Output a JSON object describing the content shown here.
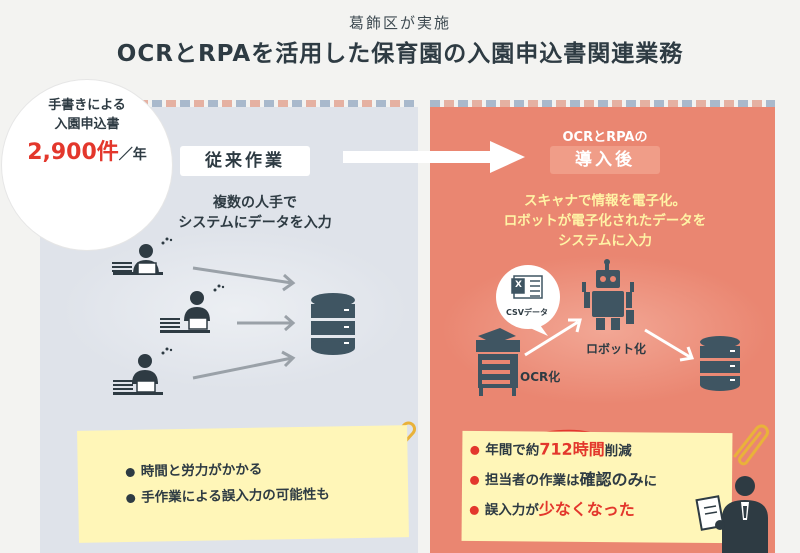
{
  "header": {
    "organizer": "葛飾区が実施",
    "title": "OCRとRPAを活用した保育園の入園申込書関連業務"
  },
  "badge": {
    "line1": "手書きによる",
    "line2": "入園申込書",
    "count": "2,900件",
    "per": "／年"
  },
  "left": {
    "heading": "従来作業",
    "desc_line1": "複数の人手で",
    "desc_line2": "システムにデータを入力",
    "notes": [
      "時間と労力がかかる",
      "手作業による誤入力の可能性も"
    ]
  },
  "right": {
    "heading_top": "OCRとRPAの",
    "heading": "導入後",
    "desc_lines": [
      "スキャナで情報を電子化。",
      "ロボットが電子化されたデータを",
      "システムに入力"
    ],
    "csv_label": "CSVデータ",
    "ocr_label": "OCR化",
    "robot_label": "ロボット化",
    "notes": {
      "n1_pre": "年間で約",
      "n1_num": "712時間",
      "n1_post": "削減",
      "n2_pre": "担当者の作業は",
      "n2_em": "確認のみ",
      "n2_post": "に",
      "n3_pre": "誤入力が",
      "n3_em": "少なくなった"
    }
  },
  "colors": {
    "left_panel": "#dfe3ea",
    "right_panel": "#ea8671",
    "dark": "#2e3b43",
    "accent_red": "#e3372c",
    "note_yellow": "#fff6b8"
  }
}
